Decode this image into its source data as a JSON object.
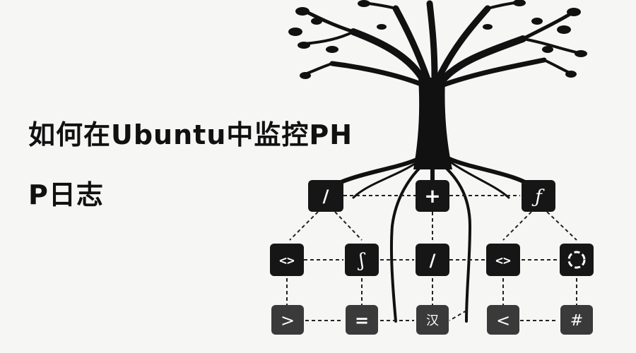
{
  "title": {
    "line1": "如何在Ubuntu中监控PH",
    "line2": "P日志"
  },
  "colors": {
    "background": "#f6f6f5",
    "ink": "#111111",
    "tile": "#161616",
    "tile_glyph": "#ffffff"
  },
  "tiles": {
    "top_left": "/",
    "top_mid": "+",
    "top_right": "ƒ",
    "mid_1": "<>",
    "mid_2": "ʃ",
    "mid_3": "/",
    "mid_4": "<>",
    "mid_5": "refresh-icon",
    "bot_1": ">",
    "bot_2": "=",
    "bot_3": "汉",
    "bot_4": "<",
    "bot_5": "#"
  }
}
